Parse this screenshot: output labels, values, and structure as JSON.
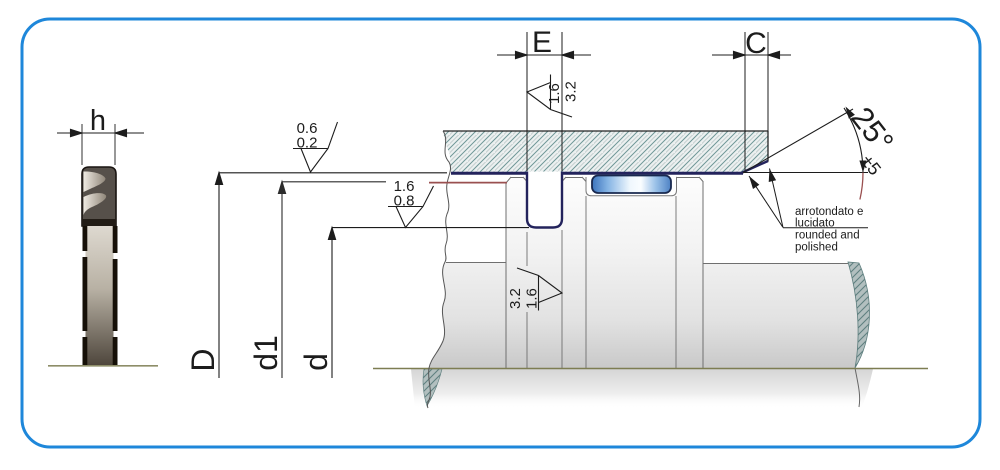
{
  "labels": {
    "h": "h",
    "E": "E",
    "C": "C",
    "D": "D",
    "d1": "d1",
    "d": "d"
  },
  "roughness": {
    "bore": {
      "max": "0.6",
      "min": "0.2"
    },
    "rod": {
      "max": "1.6",
      "min": "0.8"
    },
    "groove_side": {
      "inner": "1.6",
      "outer": "3.2"
    },
    "groove_base": {
      "outer": "3.2",
      "inner": "1.6"
    }
  },
  "angle": {
    "value": "25°",
    "tolerance": "±5"
  },
  "note": {
    "lines": [
      "arrotondato e",
      "lucidato",
      "rounded and",
      "polished"
    ]
  },
  "colors": {
    "frame_border": "#1e87da",
    "seal_contact_navy": "#23235c",
    "reference_red": "#9a5050",
    "centerline_olive": "#7d7d52",
    "hatch_teal": "#6f9797",
    "guide_ring_blue": "#3c74bd"
  }
}
